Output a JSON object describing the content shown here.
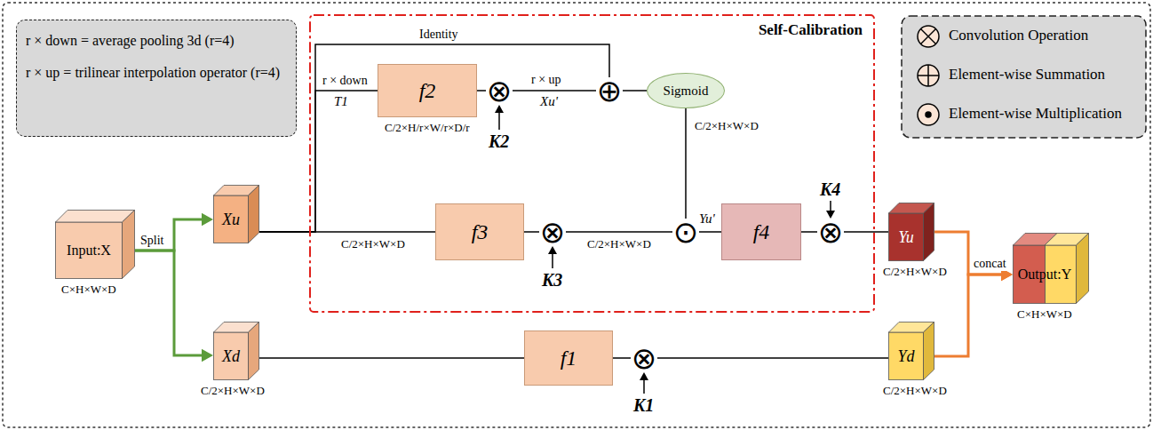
{
  "diagram": {
    "nodes": [
      {
        "text": [
          "r × down = average pooling 3d (r=4)",
          "r × up = trilinear interpolation operator (r=4)"
        ]
      },
      {
        "text": [
          "Self-Calibration"
        ]
      },
      {
        "text": [
          "f2"
        ],
        "in": 1
      },
      {
        "text": [
          "⊗"
        ],
        "in": 1
      },
      {
        "text": [
          "⊕"
        ],
        "in": 1
      },
      {
        "text": [
          "Sigmoid"
        ],
        "in": 1
      },
      {
        "text": [
          "f3"
        ],
        "in": 1
      },
      {
        "text": [
          "⊗"
        ],
        "in": 1
      },
      {
        "text": [
          "⊙"
        ],
        "in": 1
      },
      {
        "text": [
          "f4"
        ],
        "in": 1
      },
      {
        "text": [
          "⊗"
        ],
        "in": 1
      },
      {
        "text": [
          "Input:X"
        ]
      },
      {
        "text": [
          "Xu"
        ]
      },
      {
        "text": [
          "Xd"
        ]
      },
      {
        "text": [
          "f1"
        ]
      },
      {
        "text": [
          "⊗"
        ]
      },
      {
        "text": [
          "Yu"
        ]
      },
      {
        "text": [
          "Yd"
        ]
      },
      {
        "text": [
          "Output:Y"
        ]
      }
    ],
    "edges": [
      {
        "from": 11,
        "to": 12,
        "arrow": "to",
        "label": "Split"
      },
      {
        "from": 11,
        "to": 13,
        "arrow": "to"
      },
      {
        "from": 12,
        "to": 6,
        "arrow": "none"
      },
      {
        "from": 12,
        "to": 2,
        "arrow": "none",
        "label": "r × down"
      },
      {
        "from": 12,
        "to": 4,
        "arrow": "none",
        "label": "Identity"
      },
      {
        "from": 2,
        "to": 3,
        "arrow": "none"
      },
      {
        "from": 3,
        "to": 4,
        "arrow": "none",
        "label": "r × up"
      },
      {
        "from": 4,
        "to": 5,
        "arrow": "none"
      },
      {
        "from": 5,
        "to": 8,
        "arrow": "none"
      },
      {
        "from": 6,
        "to": 7,
        "arrow": "none"
      },
      {
        "from": 7,
        "to": 8,
        "arrow": "none"
      },
      {
        "from": 8,
        "to": 9,
        "arrow": "none"
      },
      {
        "from": 9,
        "to": 10,
        "arrow": "none"
      },
      {
        "from": 10,
        "to": 16,
        "arrow": "none"
      },
      {
        "from": 13,
        "to": 14,
        "arrow": "none"
      },
      {
        "from": 14,
        "to": 15,
        "arrow": "none"
      },
      {
        "from": 15,
        "to": 17,
        "arrow": "none"
      },
      {
        "from": 16,
        "to": 18,
        "arrow": "to",
        "label": "concat"
      },
      {
        "from": 17,
        "to": 18,
        "arrow": "to"
      }
    ],
    "labels": [
      "C×H×W×D",
      "C/2×H×W×D",
      "T1",
      "C/2×H/r×W/r×D/r",
      "K2",
      "Xu'",
      "C/2×H×W×D",
      "C/2×H×W×D",
      "K3",
      "C/2×H×W×D",
      "Yu'",
      "K4",
      "C/2×H×W×D",
      "K1",
      "C/2×H×W×D",
      "C×H×W×D"
    ],
    "legend": [
      {
        "text": "Convolution Operation"
      },
      {
        "text": "Element-wise Summation"
      },
      {
        "text": "Element-wise Multiplication"
      }
    ]
  }
}
